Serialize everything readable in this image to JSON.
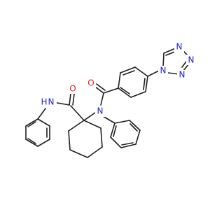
{
  "colors": {
    "bond": "#1f1f1f",
    "nitrogen": "#2020d8",
    "oxygen": "#e02020",
    "carbon_hydrogen": "#1f1f1f",
    "background": "#ffffff"
  },
  "atoms": {
    "amide_n": "N",
    "amide_h": "H",
    "amide_o": "O",
    "aniline_n": "N",
    "benzoyl_o": "O",
    "tetrazole_n1": "N",
    "tetrazole_n2": "N",
    "tetrazole_n3": "N",
    "tetrazole_n4": "N"
  }
}
